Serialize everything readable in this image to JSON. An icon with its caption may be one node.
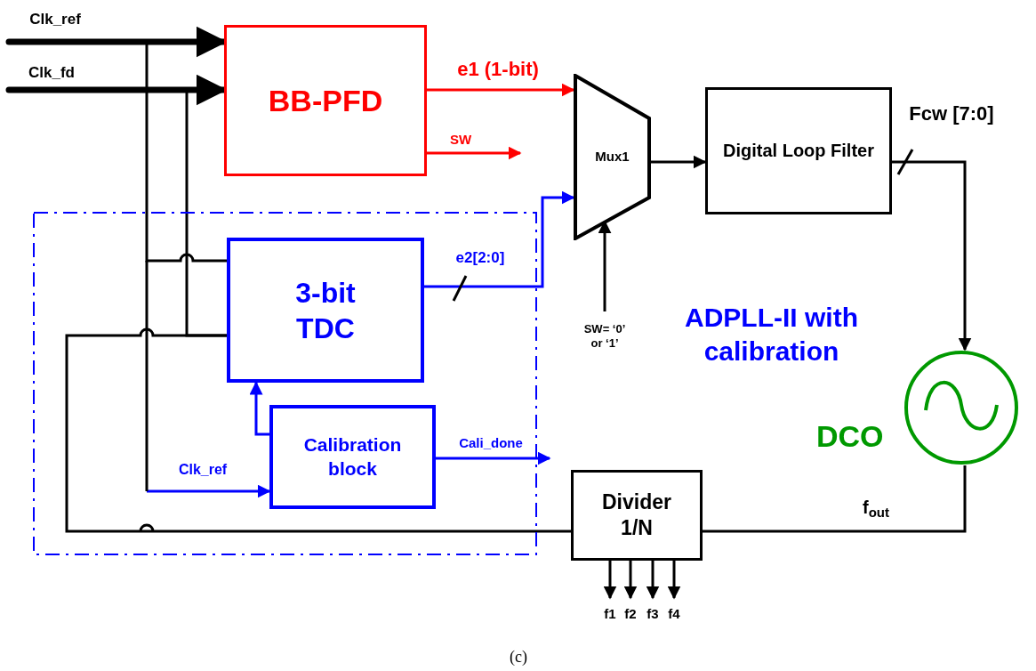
{
  "diagram": {
    "caption": "(c)",
    "nodes": [
      {
        "text": [
          "BB-PFD"
        ]
      },
      {
        "text": [],
        "shape": "box"
      },
      {
        "text": [
          "3-bit TDC"
        ],
        "in": 1
      },
      {
        "text": [
          "Calibration block"
        ],
        "in": 1
      },
      {
        "text": [
          "Mux1"
        ]
      },
      {
        "text": [
          "Digital Loop Filter"
        ]
      },
      {
        "text": [
          "DCO"
        ]
      },
      {
        "text": [
          "Divider 1/N"
        ]
      }
    ],
    "edges": [
      {
        "from": null,
        "to": 0,
        "arrow": "to",
        "label": "Clk_ref",
        "style": "thick"
      },
      {
        "from": null,
        "to": 0,
        "arrow": "to",
        "label": "Clk_fd",
        "style": "thick"
      },
      {
        "from": 0,
        "to": 4,
        "arrow": "to",
        "label": "e1 (1-bit)",
        "color": "#ff0000"
      },
      {
        "from": 0,
        "to": null,
        "arrow": "to",
        "label": "SW",
        "color": "#ff0000"
      },
      {
        "from": 2,
        "to": 4,
        "arrow": "to",
        "label": "e2[2:0]",
        "color": "#0000ff"
      },
      {
        "from": null,
        "to": 4,
        "arrow": "to",
        "label": "SW= ‘0’ or ‘1’"
      },
      {
        "from": 4,
        "to": 5,
        "arrow": "to"
      },
      {
        "from": 5,
        "to": 6,
        "arrow": "to",
        "label": "Fcw [7:0]"
      },
      {
        "from": 6,
        "to": 7,
        "arrow": "none",
        "label": "f$_{out}$"
      },
      {
        "from": 7,
        "to": 2,
        "arrow": "none"
      },
      {
        "from": null,
        "to": 2,
        "arrow": "none"
      },
      {
        "from": null,
        "to": 2,
        "arrow": "none"
      },
      {
        "from": null,
        "to": 3,
        "arrow": "to",
        "label": "Clk_ref",
        "color": "#0000ff"
      },
      {
        "from": 3,
        "to": 2,
        "arrow": "to",
        "color": "#0000ff"
      },
      {
        "from": 3,
        "to": null,
        "arrow": "to",
        "label": "Cali_done",
        "color": "#0000ff"
      },
      {
        "from": 7,
        "to": null,
        "arrow": "to",
        "label": "f1"
      },
      {
        "from": 7,
        "to": null,
        "arrow": "to",
        "label": "f2"
      },
      {
        "from": 7,
        "to": null,
        "arrow": "to",
        "label": "f3"
      },
      {
        "from": 7,
        "to": null,
        "arrow": "to",
        "label": "f4"
      }
    ],
    "labels": [
      "ADPLL-II with calibration"
    ]
  }
}
